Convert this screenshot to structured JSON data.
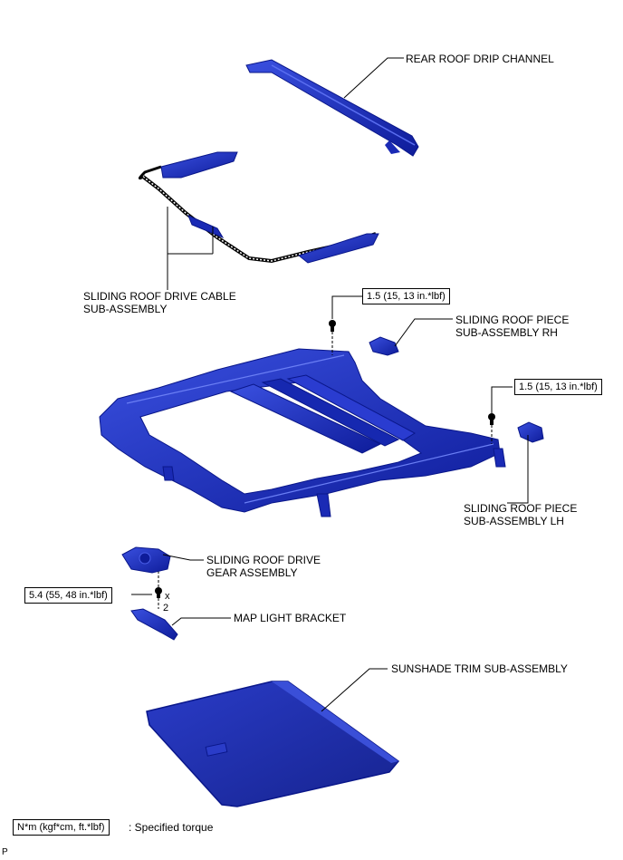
{
  "labels": {
    "rear_roof_drip_channel": "REAR ROOF DRIP CHANNEL",
    "drive_cable_1": "SLIDING ROOF DRIVE CABLE",
    "drive_cable_2": "SUB-ASSEMBLY",
    "piece_rh_1": "SLIDING ROOF PIECE",
    "piece_rh_2": "SUB-ASSEMBLY RH",
    "piece_lh_1": "SLIDING ROOF PIECE",
    "piece_lh_2": "SUB-ASSEMBLY LH",
    "drive_gear_1": "SLIDING ROOF DRIVE",
    "drive_gear_2": "GEAR ASSEMBLY",
    "map_light_bracket": "MAP LIGHT BRACKET",
    "sunshade_trim": "SUNSHADE TRIM SUB-ASSEMBLY"
  },
  "torques": {
    "rh_bolt": "1.5 (15, 13 in.*lbf)",
    "lh_bolt": "1.5 (15, 13 in.*lbf)",
    "gear_screw": "5.4 (55, 48 in.*lbf)"
  },
  "quantity": {
    "x": "x",
    "count": "2"
  },
  "legend": {
    "unit_box": "N*m (kgf*cm, ft.*lbf)",
    "description": ": Specified torque"
  },
  "footer": {
    "code": "P"
  },
  "colors": {
    "part_fill": "#1f35c8",
    "part_dark": "#0a178a",
    "part_light": "#4a5ee8",
    "line": "#000000"
  }
}
